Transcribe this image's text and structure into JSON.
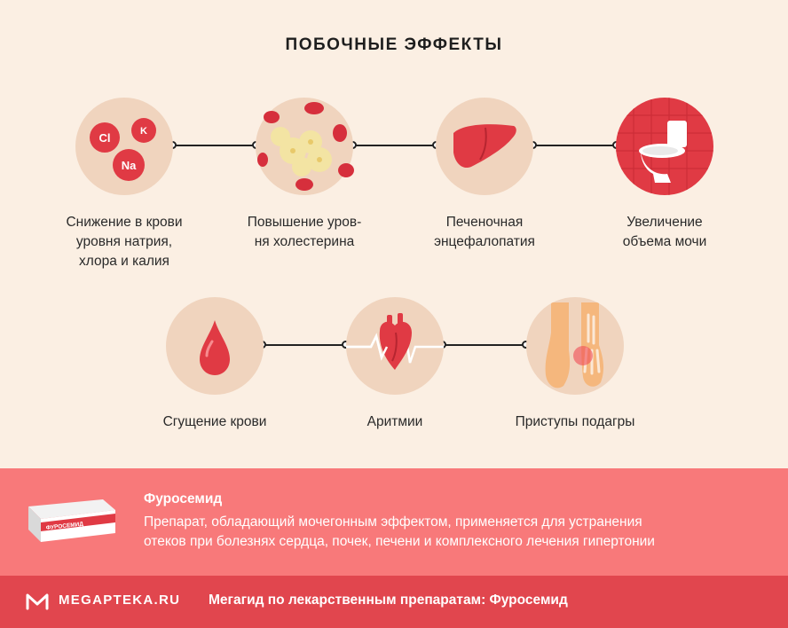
{
  "title": "ПОБОЧНЫЕ ЭФФЕКТЫ",
  "effects": [
    {
      "label_lines": [
        "Снижение в крови",
        "уровня натрия,",
        "хлора и калия"
      ],
      "icon": "electrolytes-icon",
      "ions": [
        "Cl",
        "K",
        "Na"
      ]
    },
    {
      "label_lines": [
        "Повышение уров-",
        "ня холестерина"
      ],
      "icon": "cholesterol-icon"
    },
    {
      "label_lines": [
        "Печеночная",
        "энцефалопатия"
      ],
      "icon": "liver-icon"
    },
    {
      "label_lines": [
        "Увеличение",
        "объема мочи"
      ],
      "icon": "toilet-icon"
    },
    {
      "label_lines": [
        "Сгущение крови"
      ],
      "icon": "blood-drop-icon"
    },
    {
      "label_lines": [
        "Аритмии"
      ],
      "icon": "heart-icon"
    },
    {
      "label_lines": [
        "Приступы подагры"
      ],
      "icon": "foot-icon"
    }
  ],
  "drug": {
    "name": "Фуросемид",
    "description_lines": [
      "Препарат, обладающий мочегонным эффектом, применяется для устранения",
      "отеков при болезнях сердца, почек, печени и комплексного лечения гипертонии"
    ],
    "package_icon": "pill-box-icon",
    "package_text": "ФУРОСЕМИД"
  },
  "footer": {
    "brand": "MEGAPTEKA.RU",
    "text": "Мегагид по лекарственным препаратам: Фуросемид",
    "logo_icon": "megapteka-logo-icon"
  },
  "colors": {
    "background": "#fbefe3",
    "circle": "#f0d4be",
    "panel": "#f8797a",
    "footer": "#e1464e",
    "accent": "#e03a44"
  }
}
